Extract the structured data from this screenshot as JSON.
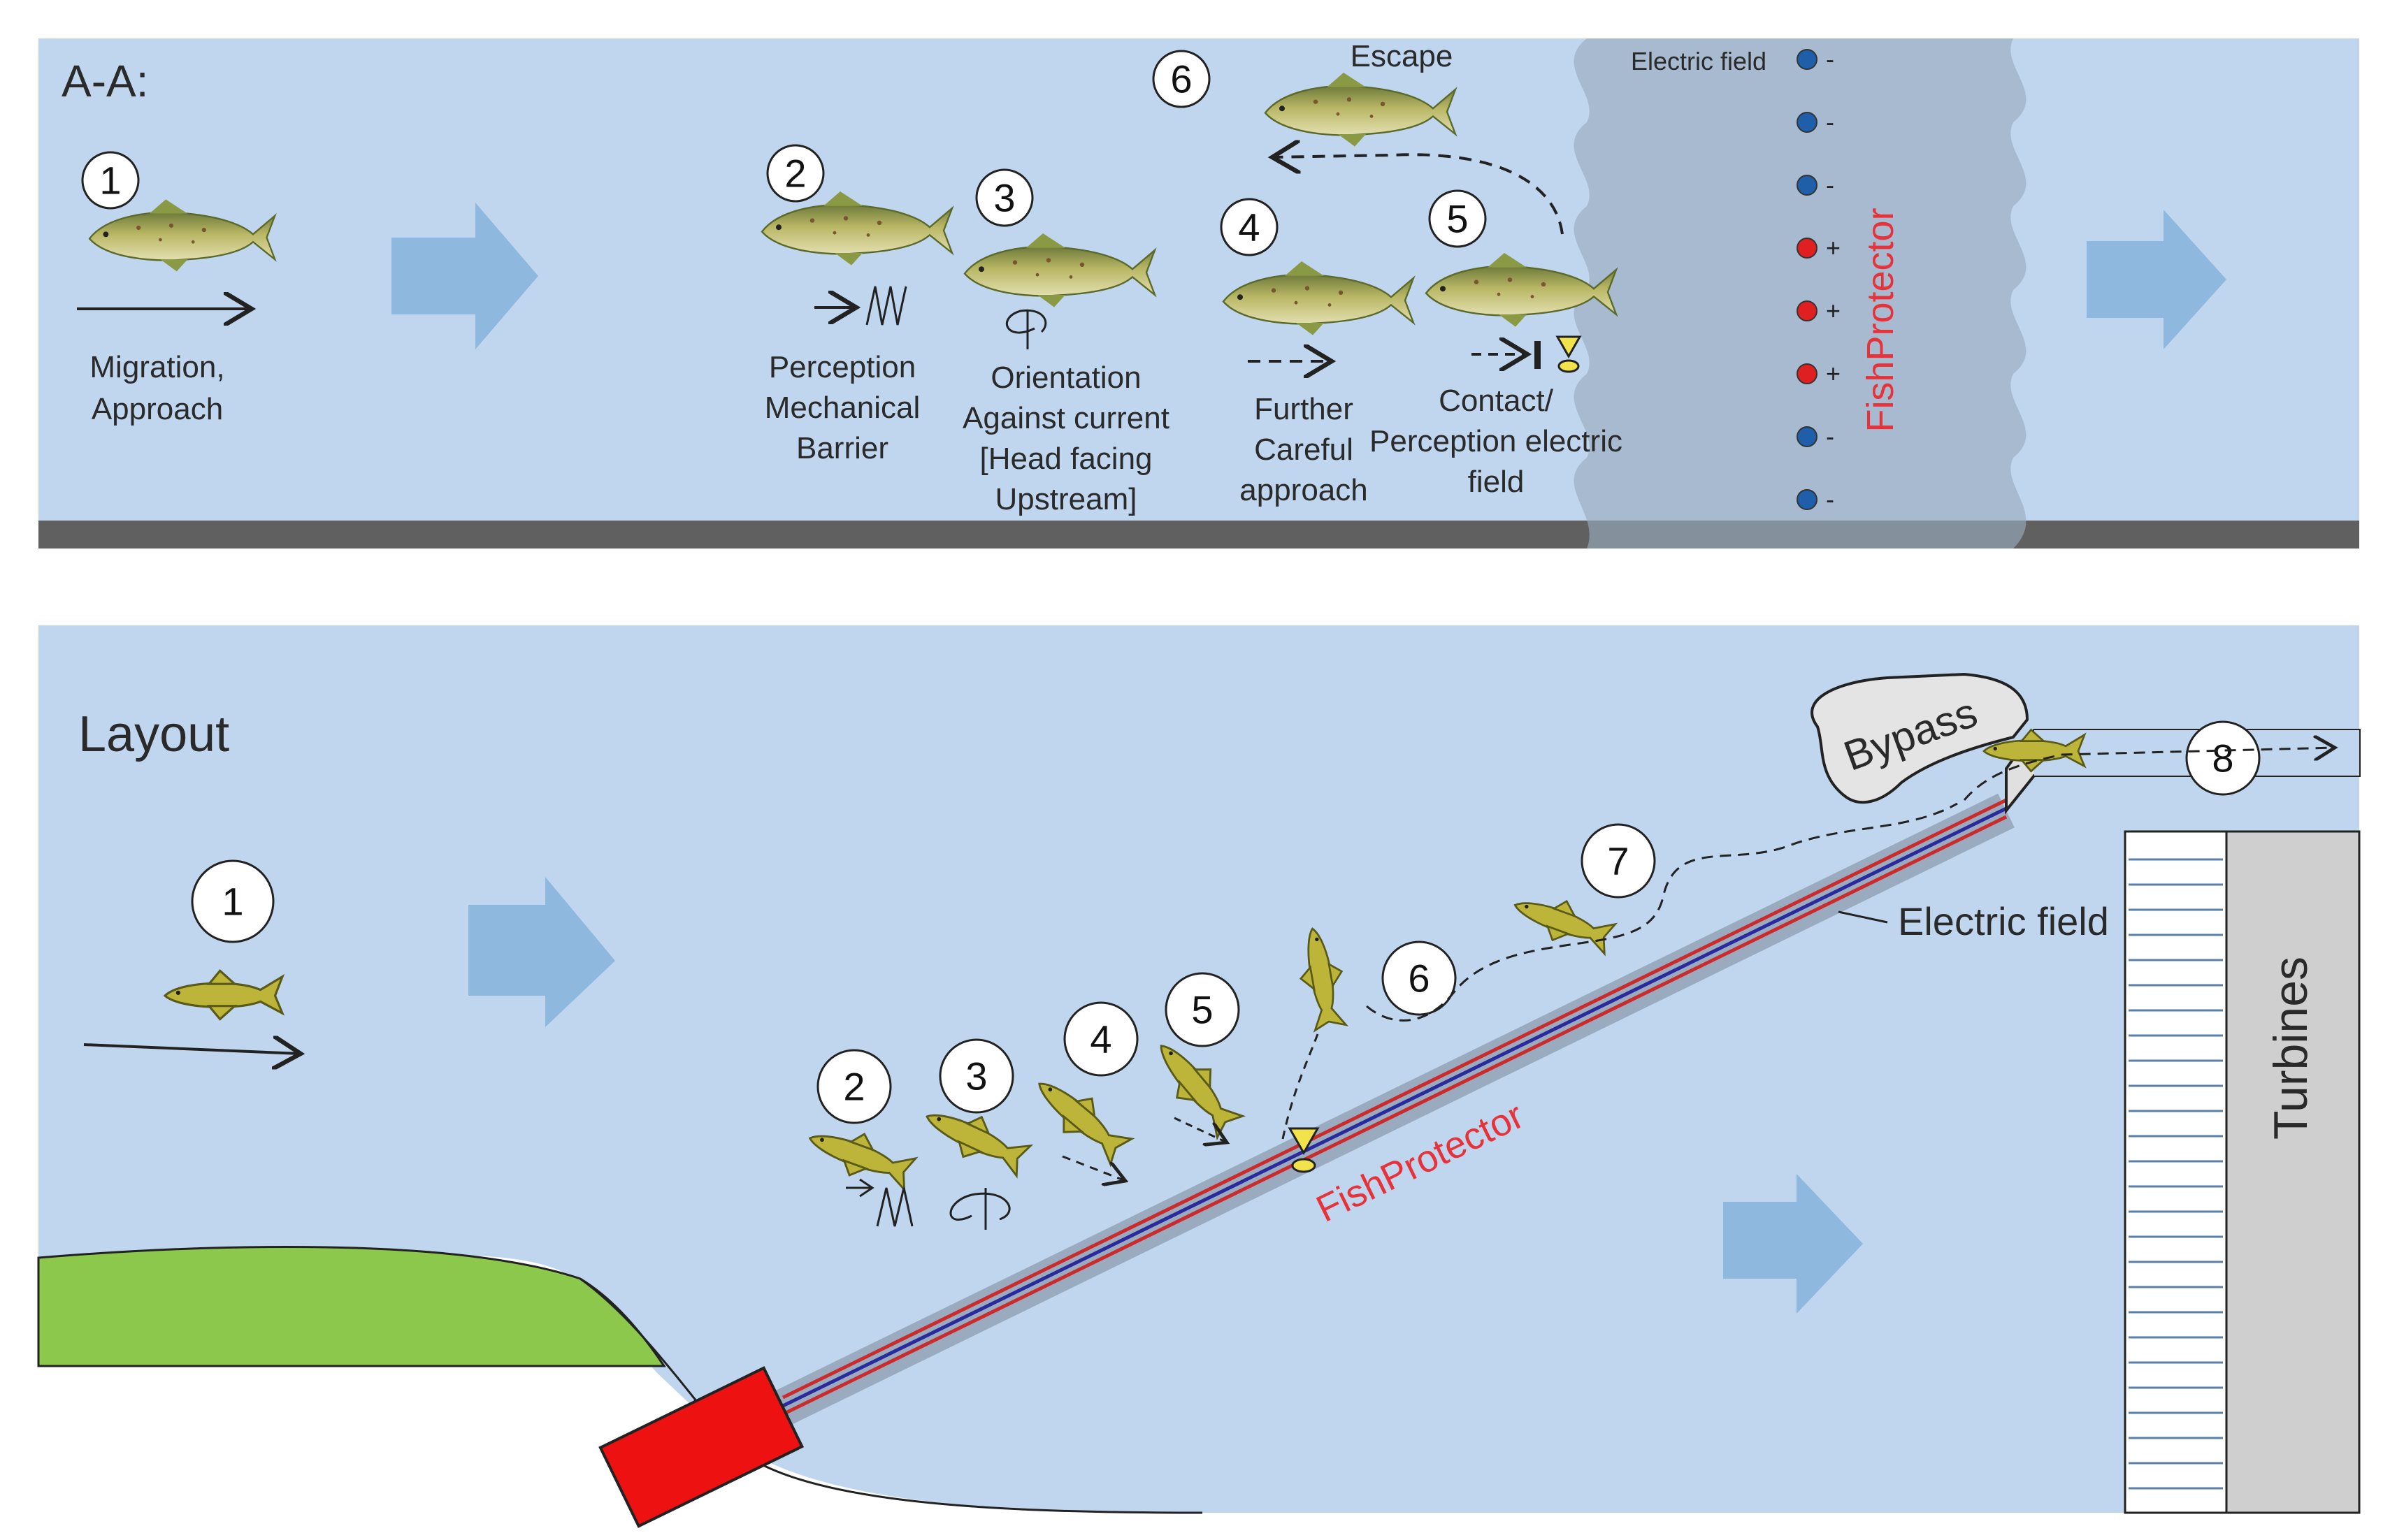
{
  "section_view": {
    "title": "A-A:",
    "steps": [
      {
        "num": "1",
        "lines": [
          "Migration,",
          "Approach"
        ]
      },
      {
        "num": "2",
        "lines": [
          "Perception",
          "Mechanical",
          "Barrier"
        ]
      },
      {
        "num": "3",
        "lines": [
          "Orientation",
          "Against current",
          "[Head facing",
          "Upstream]"
        ]
      },
      {
        "num": "4",
        "lines": [
          "Further",
          "Careful",
          "approach"
        ]
      },
      {
        "num": "5",
        "lines": [
          "Contact/",
          "Perception electric",
          "field"
        ]
      },
      {
        "num": "6",
        "lines": [
          "Escape"
        ]
      }
    ],
    "electric_field_label": "Electric field",
    "charges": [
      "-",
      "-",
      "-",
      "+",
      "+",
      "+",
      "-",
      "-"
    ],
    "device_label": "FishProtector"
  },
  "layout_view": {
    "title": "Layout",
    "steps": [
      "1",
      "2",
      "3",
      "4",
      "5",
      "6",
      "7",
      "8"
    ],
    "bypass_label": "Bypass",
    "electric_field_label": "Electric field",
    "device_label": "FishProtector",
    "turbines_label": "Turbines"
  },
  "colors": {
    "water": "#bfd6ee",
    "flow_arrow": "#8fb8df",
    "fish": "#b8b23a",
    "positive": "#e02020",
    "negative": "#1f5ea8",
    "device_text": "#e8323a",
    "bank": "#8cc84b",
    "generator": "#ee1111"
  }
}
